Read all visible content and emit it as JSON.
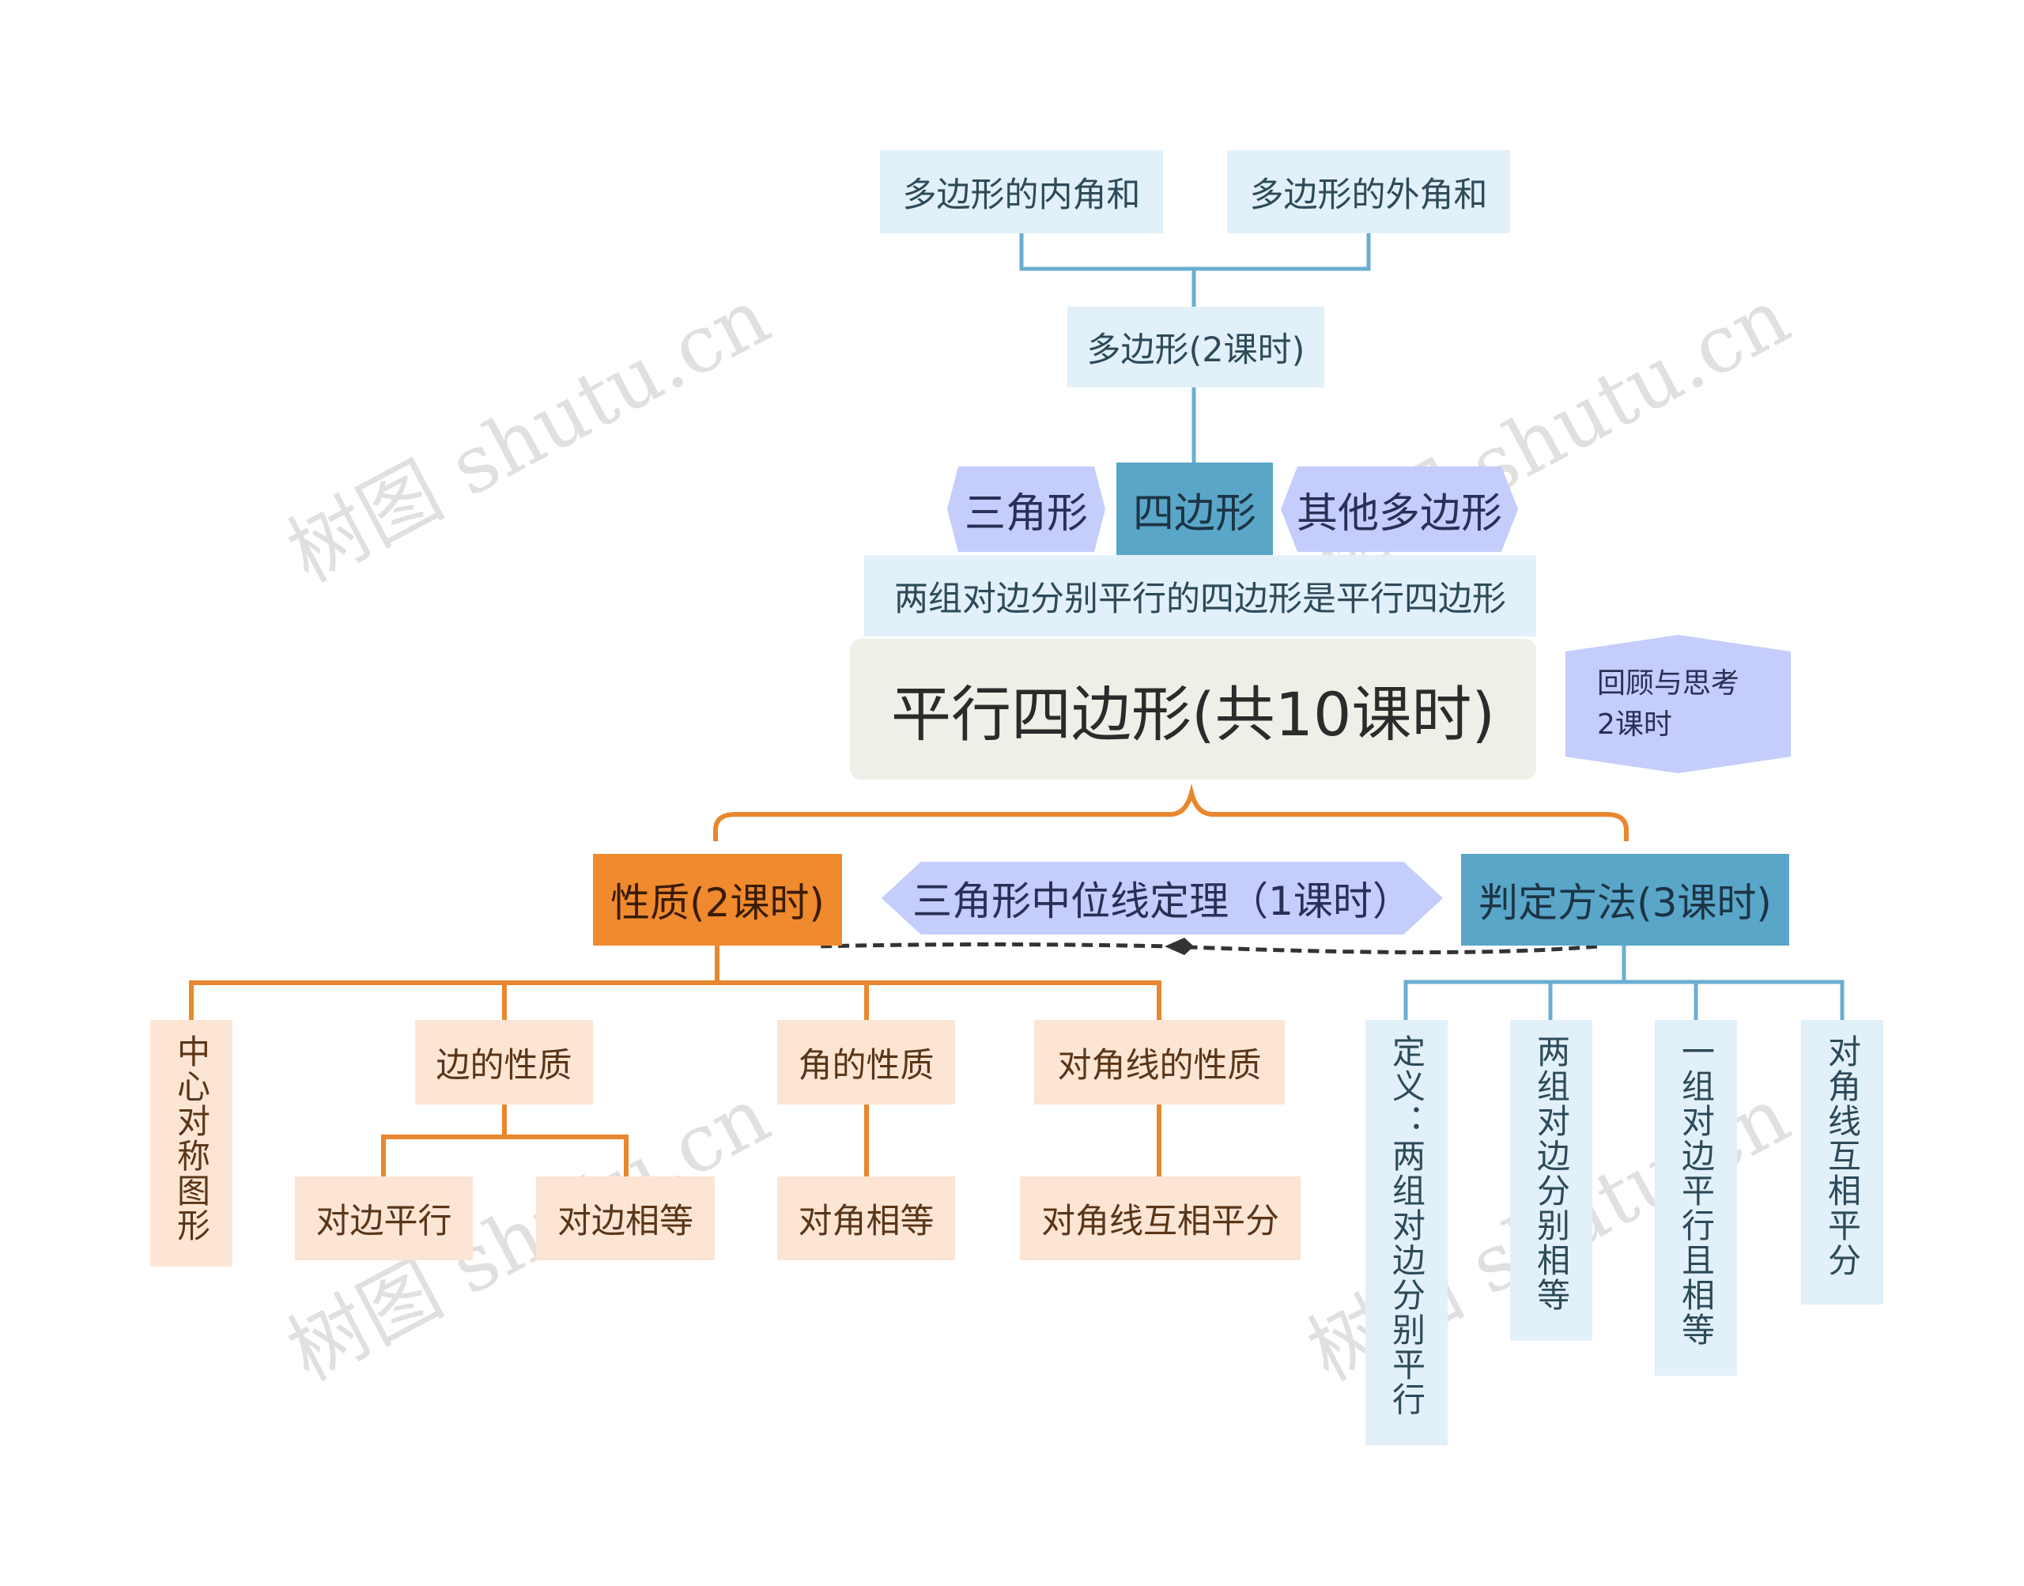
{
  "root": "平行四边形(共10课时)",
  "definition": "两组对边分别平行的四边形是平行四边形",
  "quadrilateral": "四边形",
  "triangle": "三角形",
  "other_polygons": "其他多边形",
  "polygon": "多边形(2课时)",
  "interior_angle_sum": "多边形的内角和",
  "exterior_angle_sum": "多边形的外角和",
  "review": {
    "line1": "回顾与思考",
    "line2": "2课时"
  },
  "properties": {
    "title": "性质(2课时)",
    "central_symmetry": "中心对称图形",
    "sides": "边的性质",
    "opposite_sides_parallel": "对边平行",
    "opposite_sides_equal": "对边相等",
    "angles": "角的性质",
    "opposite_angles_equal": "对角相等",
    "diagonals": "对角线的性质",
    "diagonals_bisect": "对角线互相平分"
  },
  "midline_theorem": "三角形中位线定理（1课时）",
  "criteria": {
    "title": "判定方法(3课时)",
    "c1": "定义：两组对边分别平行",
    "c2": "两组对边分别相等",
    "c3": "一组对边平行且相等",
    "c4": "对角线互相平分"
  },
  "watermark": "树图 shutu.cn",
  "colors": {
    "blue_line": "#6aaed0",
    "orange_line": "#e8872e",
    "dashed": "#333333"
  }
}
